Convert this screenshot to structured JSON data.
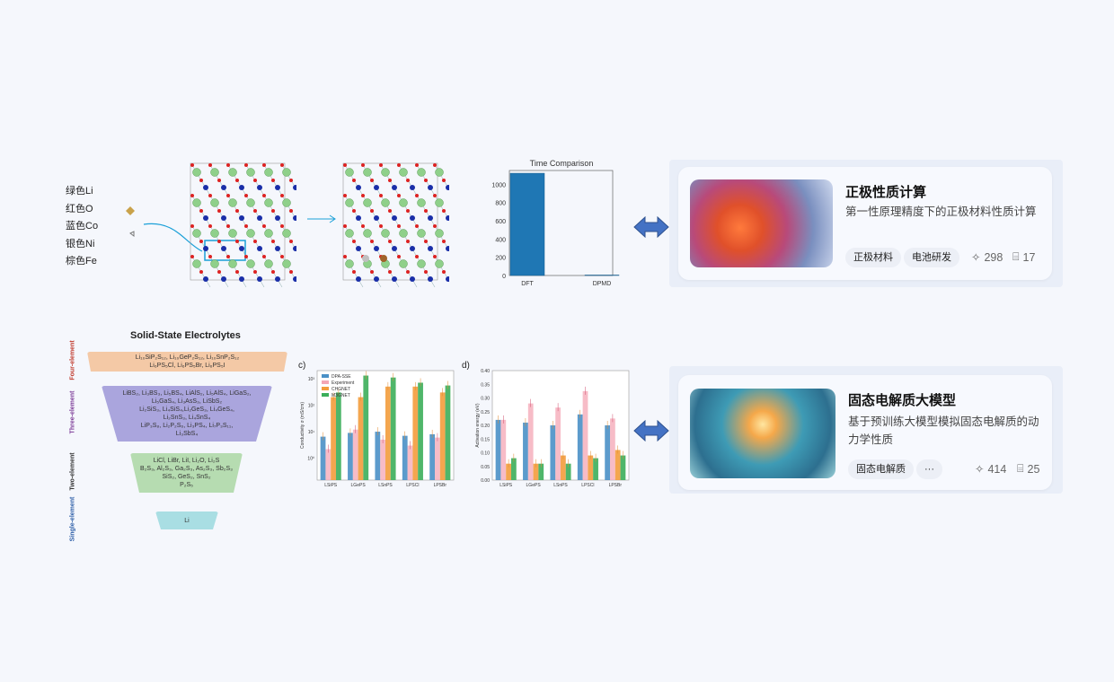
{
  "element_legend": [
    "绿色Li",
    "红色O",
    "蓝色Co",
    "银色Ni",
    "棕色Fe"
  ],
  "time_chart": {
    "type": "bar",
    "title": "Time Comparison",
    "categories": [
      "DFT",
      "DPMD"
    ],
    "values": [
      1120,
      5
    ],
    "yticks": [
      0,
      200,
      400,
      600,
      800,
      1000
    ],
    "ylim": [
      0,
      1150
    ]
  },
  "funnel": {
    "title": "Solid-State Electrolytes",
    "levels": [
      {
        "label": "Four-element",
        "lines": [
          "Li₁₀SiP₂S₁₂, Li₁₀GeP₂S₁₂, Li₁₀SnP₂S₁₂",
          "Li₆PS₅Cl,  Li₆PS₅Br,  Li₆PS₅I"
        ],
        "color": "#f4c9a6",
        "label_color": "#c0392b"
      },
      {
        "label": "Three-element",
        "lines": [
          "LiBS₂, Li₃BS₃, Li₅BS₄, LiAlS₂, Li₅AlS₄, LiGaS₂,",
          "Li₅GaS₄, Li₃AsS₃, LiSbS₂",
          "Li₂SiS₃, Li₄SiS₄,Li₂GeS₃, Li₄GeS₄,",
          "Li₂SnS₃, Li₄SnS₄",
          "LiP₃S₈, Li₂P₂S₆, Li₃PS₄, Li₇P₃S₁₁,",
          "Li₃SbS₄"
        ],
        "color": "#aaa5dd",
        "label_color": "#7d3c98"
      },
      {
        "label": "Two-element",
        "lines": [
          "LiCl, LiBr, LiI, Li₂O, Li₂S",
          "B₂S₃, Al₂S₃, Ga₂S₃, As₂S₃, Sb₂S₃",
          "SiS₂, GeS₂, SnS₂",
          "P₂S₅"
        ],
        "color": "#b6dcb1",
        "label_color": "#333"
      },
      {
        "label": "Single-element",
        "lines": [
          "Li"
        ],
        "color": "#a9dee3",
        "label_color": "#2e5fa8"
      }
    ]
  },
  "chart_data": [
    {
      "type": "bar",
      "panel": "c)",
      "ylabel": "Conductivity σ (mS/cm)",
      "yscale": "log",
      "ylim": [
        0.15,
        2000
      ],
      "categories": [
        "LSiPS",
        "LGePS",
        "LSnPS",
        "LPSCl",
        "LPSBr"
      ],
      "series": [
        {
          "name": "DPA-SSE",
          "color": "#4a90c6",
          "values": [
            6.5,
            9,
            10,
            7,
            8
          ]
        },
        {
          "name": "Experiment",
          "color": "#f4a6b4",
          "values": [
            2.2,
            12,
            5,
            3,
            6
          ]
        },
        {
          "name": "CHGNET",
          "color": "#f39c3c",
          "values": [
            200,
            200,
            500,
            500,
            300
          ]
        },
        {
          "name": "M3GNET",
          "color": "#3cae5a",
          "values": [
            300,
            1300,
            1100,
            700,
            550
          ]
        }
      ],
      "yticks": [
        "10⁰",
        "10¹",
        "10²",
        "10³"
      ]
    },
    {
      "type": "bar",
      "panel": "d)",
      "ylabel": "Activation energy (eV)",
      "ylim": [
        0,
        0.4
      ],
      "categories": [
        "LSiPS",
        "LGePS",
        "LSnPS",
        "LPSCl",
        "LPSBr"
      ],
      "series": [
        {
          "name": "DPA-SSE",
          "color": "#4a90c6",
          "values": [
            0.22,
            0.21,
            0.2,
            0.24,
            0.2
          ]
        },
        {
          "name": "Experiment",
          "color": "#f4a6b4",
          "values": [
            0.22,
            0.28,
            0.265,
            0.325,
            0.225
          ]
        },
        {
          "name": "CHGNET",
          "color": "#f39c3c",
          "values": [
            0.06,
            0.06,
            0.09,
            0.09,
            0.11
          ]
        },
        {
          "name": "M3GNET",
          "color": "#3cae5a",
          "values": [
            0.08,
            0.06,
            0.06,
            0.08,
            0.09
          ]
        }
      ],
      "yticks": [
        "0.00",
        "0.05",
        "0.10",
        "0.15",
        "0.20",
        "0.25",
        "0.30",
        "0.35",
        "0.40"
      ]
    }
  ],
  "cards": [
    {
      "title": "正极性质计算",
      "desc": "第一性原理精度下的正极材料性质计算",
      "tags": [
        "正极材料",
        "电池研发"
      ],
      "likes": "298",
      "comments": "17"
    },
    {
      "title": "固态电解质大模型",
      "desc": "基于预训练大模型模拟固态电解质的动力学性质",
      "tags": [
        "固态电解质",
        "···"
      ],
      "likes": "414",
      "comments": "25"
    }
  ],
  "colors": {
    "arrow": "#4472c4",
    "bg": "#f5f7fc"
  }
}
